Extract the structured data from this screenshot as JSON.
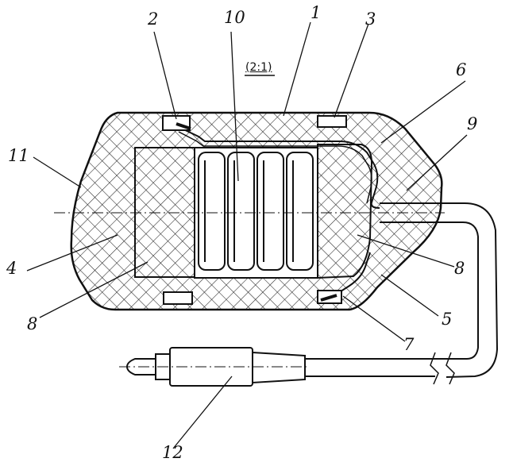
{
  "scale_note": "(2:1)",
  "labels": {
    "l1": "1",
    "l2": "2",
    "l3": "3",
    "l4": "4",
    "l5": "5",
    "l6": "6",
    "l7": "7",
    "l8a": "8",
    "l8b": "8",
    "l9": "9",
    "l10": "10",
    "l11": "11",
    "l12": "12"
  },
  "colors": {
    "ink": "#111111",
    "paper": "#ffffff"
  }
}
